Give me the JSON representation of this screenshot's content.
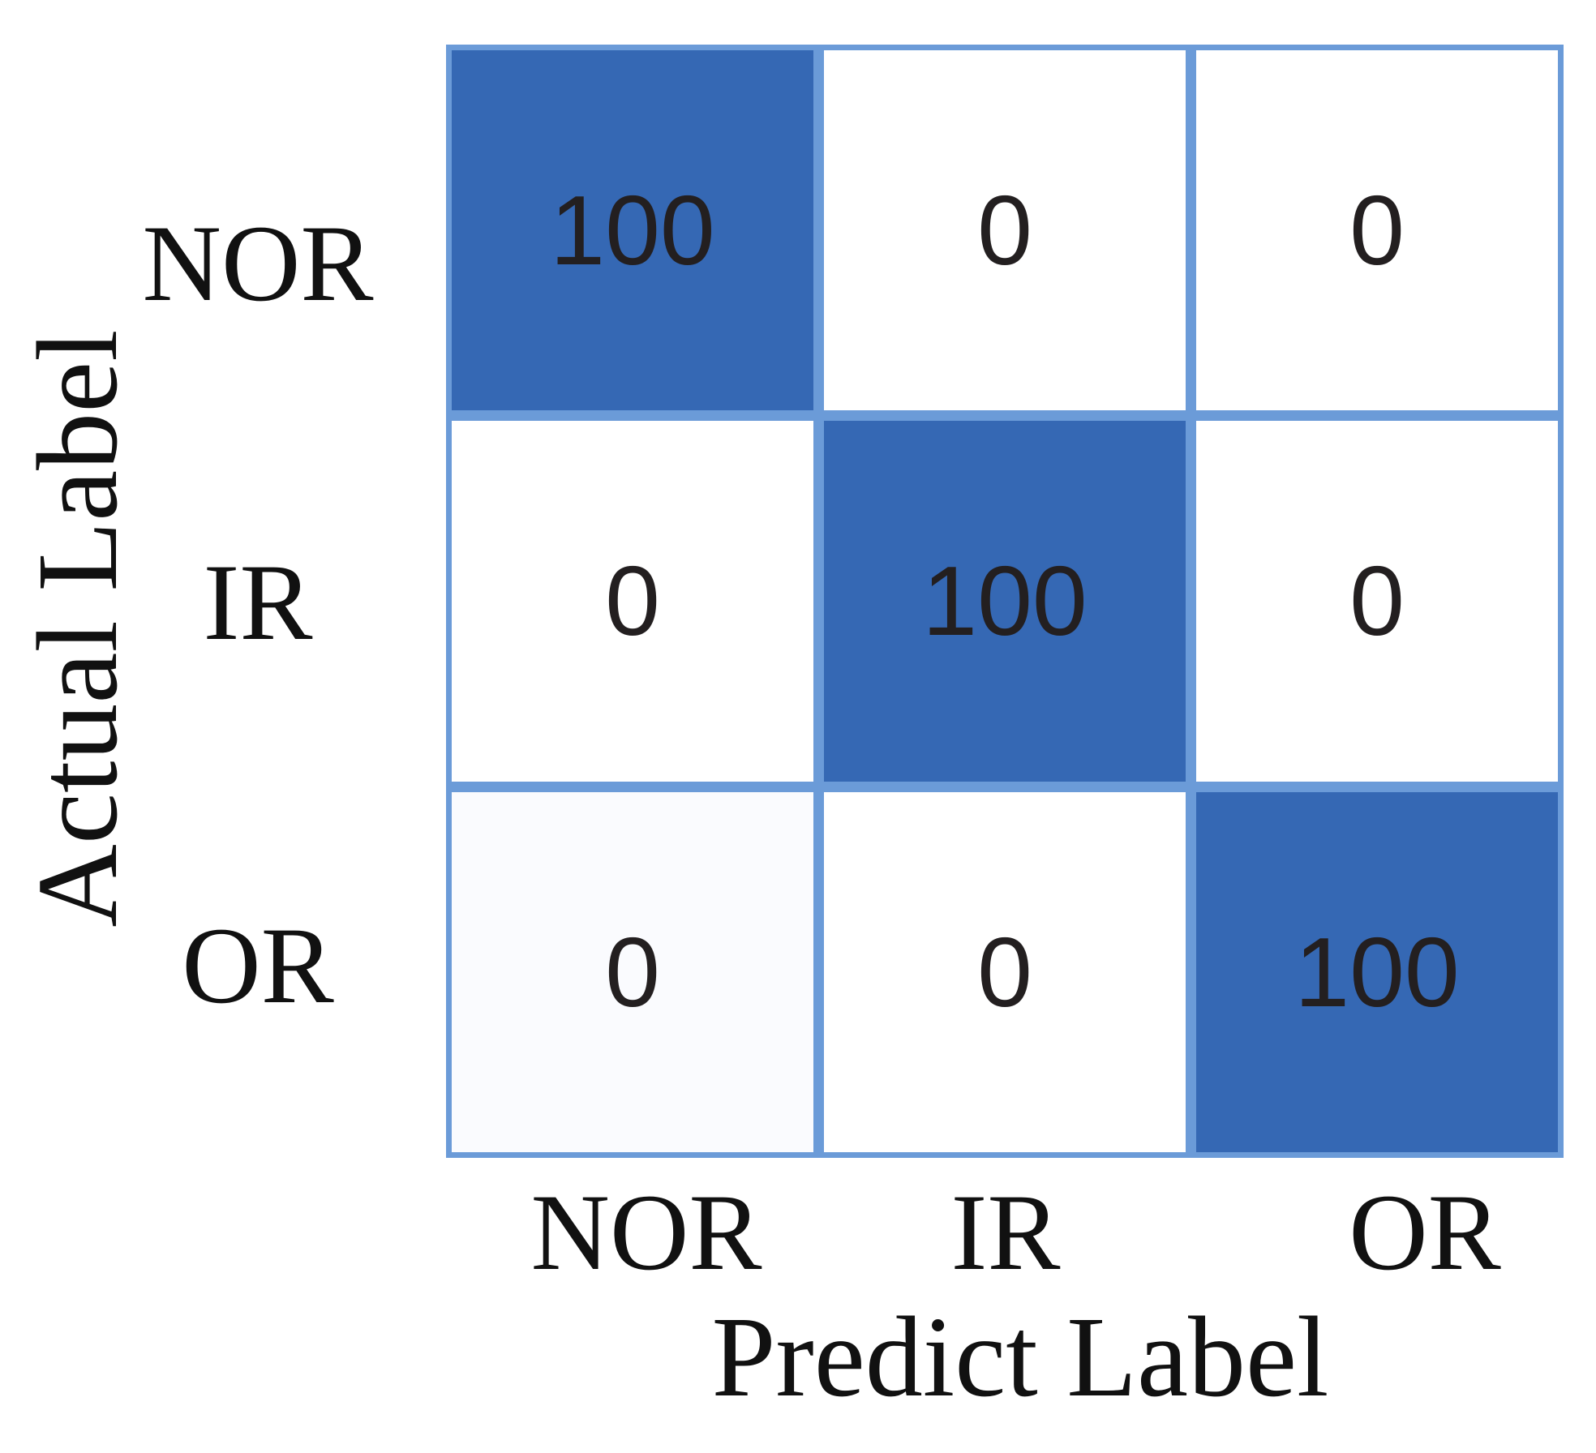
{
  "chart_data": {
    "type": "heatmap",
    "title": "",
    "xlabel": "Predict Label",
    "ylabel": "Actual Label",
    "x_tick_labels": [
      "NOR",
      "IR",
      "OR"
    ],
    "y_tick_labels": [
      "NOR",
      "IR",
      "OR"
    ],
    "matrix": [
      [
        100,
        0,
        0
      ],
      [
        0,
        100,
        0
      ],
      [
        0,
        0,
        100
      ]
    ],
    "cell_colors": [
      [
        "#3568b4",
        "#ffffff",
        "#ffffff"
      ],
      [
        "#ffffff",
        "#3568b4",
        "#ffffff"
      ],
      [
        "#fafbfe",
        "#ffffff",
        "#3568b4"
      ]
    ],
    "colors": {
      "diagonal_cell_blue": "#3568b4",
      "off_diagonal_white": "#ffffff",
      "bottom_left_tint": "#fafbfe",
      "grid_line_blue": "#6b9bd8",
      "value_text": "#231f20",
      "label_text": "#111111"
    },
    "legend": "none",
    "grid": "on"
  }
}
